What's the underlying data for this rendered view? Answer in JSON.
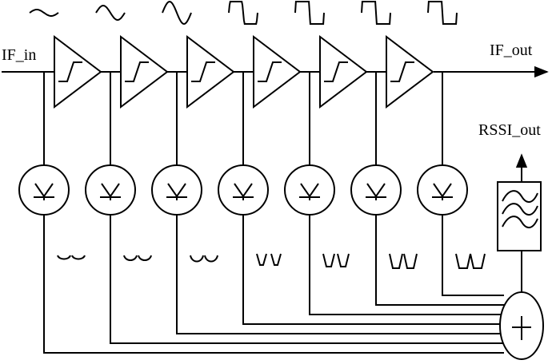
{
  "labels": {
    "input": "IF_in",
    "output": "IF_out",
    "rssi": "RSSI_out"
  },
  "stage_count": 6,
  "detector_count": 7,
  "icons": {
    "limiting_amplifier": "limiter-symbol",
    "detector": "diode-detector-symbol",
    "summer": "plus-symbol",
    "filter": "lowpass-filter-wave-symbol"
  },
  "colors": {
    "stroke": "#000000",
    "background": "#ffffff"
  }
}
